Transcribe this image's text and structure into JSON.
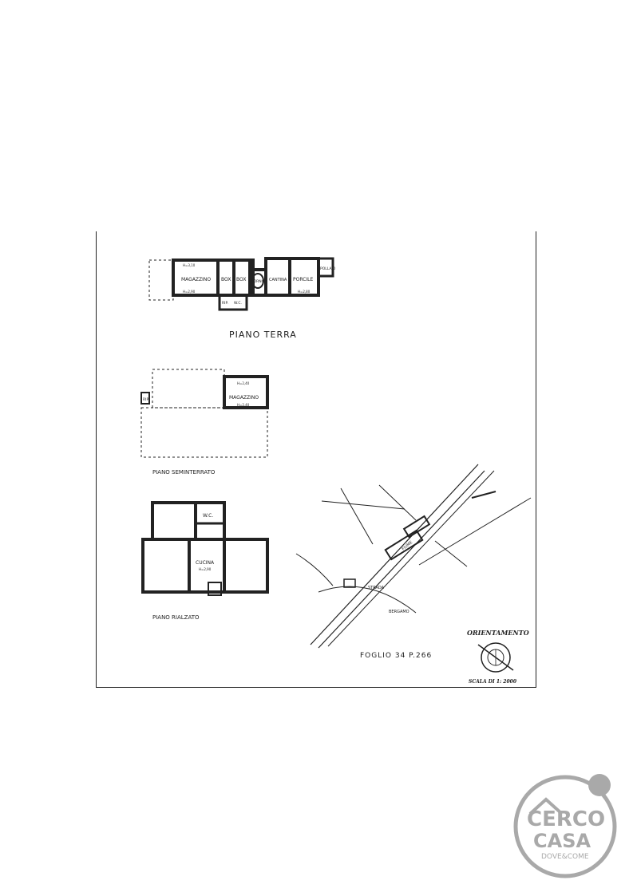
{
  "ground_floor": {
    "title": "PIANO TERRA",
    "rooms": [
      "MAGAZZINO",
      "BOX",
      "BOX",
      "FORNO",
      "CANTINA",
      "PORCILE",
      "POLLAIO",
      "RIP.",
      "W.C."
    ],
    "dims": [
      "H=3,10",
      "H=2,90",
      "H=2,80"
    ]
  },
  "basement": {
    "title": "PIANO SEMINTERRATO",
    "rooms": [
      "MAGAZZINO",
      "RIP."
    ],
    "dims": [
      "H=2,40",
      "H=2,40"
    ]
  },
  "raised_floor": {
    "title": "PIANO RIALZATO",
    "rooms": [
      "W.C.",
      "CUCINA"
    ],
    "dims": [
      "H=2,90"
    ]
  },
  "map": {
    "sheet_label": "FOGLIO 34  P.266",
    "street_labels": [
      "STRADA",
      "BERGAMO",
      "FIUME"
    ],
    "orientation_title": "ORIENTAMENTO",
    "scale_label": "SCALA DI 1: 2000"
  },
  "logo": {
    "line1": "CERCO",
    "line2": "CASA",
    "tagline": "DOVE&COME"
  },
  "colors": {
    "ink": "#222222",
    "logo_gray": "#a9a9a9"
  }
}
